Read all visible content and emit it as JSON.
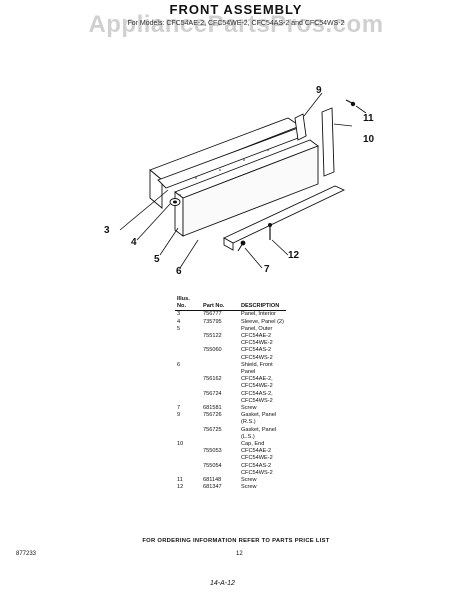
{
  "page": {
    "title": "FRONT ASSEMBLY",
    "watermark": "AppliancePartsPros.com",
    "subtitle": "For Models: CFC54AE-2, CFC54WE-2, CFC54AS-2 and CFC54WS-2"
  },
  "callouts": [
    "9",
    "11",
    "10",
    "3",
    "4",
    "5",
    "6",
    "7",
    "12"
  ],
  "table": {
    "headers": {
      "illus": "Illus. No.",
      "part": "Part No.",
      "description": "DESCRIPTION"
    },
    "rows": [
      {
        "illus": "3",
        "part": "756777",
        "desc": "Panel, Interior"
      },
      {
        "illus": "4",
        "part": "735795",
        "desc": "Sleeve, Panel (2)"
      },
      {
        "illus": "5",
        "part": "",
        "desc": "Panel, Outer"
      },
      {
        "illus": "",
        "part": "755122",
        "desc": "CFC54AE-2"
      },
      {
        "illus": "",
        "part": "",
        "desc": "CFC54WE-2"
      },
      {
        "illus": "",
        "part": "755060",
        "desc": "CFC54AS-2"
      },
      {
        "illus": "",
        "part": "",
        "desc": "CFC54WS-2"
      },
      {
        "illus": "6",
        "part": "",
        "desc": "Shield, Front"
      },
      {
        "illus": "",
        "part": "",
        "desc": "Panel"
      },
      {
        "illus": "",
        "part": "756162",
        "desc": "CFC54AE-2,"
      },
      {
        "illus": "",
        "part": "",
        "desc": "CFC54WE-2"
      },
      {
        "illus": "",
        "part": "756724",
        "desc": "CFC54AS-2,"
      },
      {
        "illus": "",
        "part": "",
        "desc": "CFC54WS-2"
      },
      {
        "illus": "7",
        "part": "681581",
        "desc": "Screw"
      },
      {
        "illus": "9",
        "part": "756726",
        "desc": "Gasket, Panel"
      },
      {
        "illus": "",
        "part": "",
        "desc": "(R.S.)"
      },
      {
        "illus": "",
        "part": "756725",
        "desc": "Gasket, Panel"
      },
      {
        "illus": "",
        "part": "",
        "desc": "(L.S.)"
      },
      {
        "illus": "10",
        "part": "",
        "desc": "Cap, End"
      },
      {
        "illus": "",
        "part": "755053",
        "desc": "CFC54AE-2"
      },
      {
        "illus": "",
        "part": "",
        "desc": "CFC54WE-2"
      },
      {
        "illus": "",
        "part": "755054",
        "desc": "CFC54AS-2"
      },
      {
        "illus": "",
        "part": "",
        "desc": "CFC54WS-2"
      },
      {
        "illus": "11",
        "part": "681148",
        "desc": "Screw"
      },
      {
        "illus": "12",
        "part": "681347",
        "desc": "Screw"
      }
    ]
  },
  "footer": {
    "ordering_note": "FOR ORDERING INFORMATION REFER TO PARTS PRICE LIST",
    "doc_number": "877233",
    "page_number": "12",
    "handwritten": "14-A-12"
  }
}
